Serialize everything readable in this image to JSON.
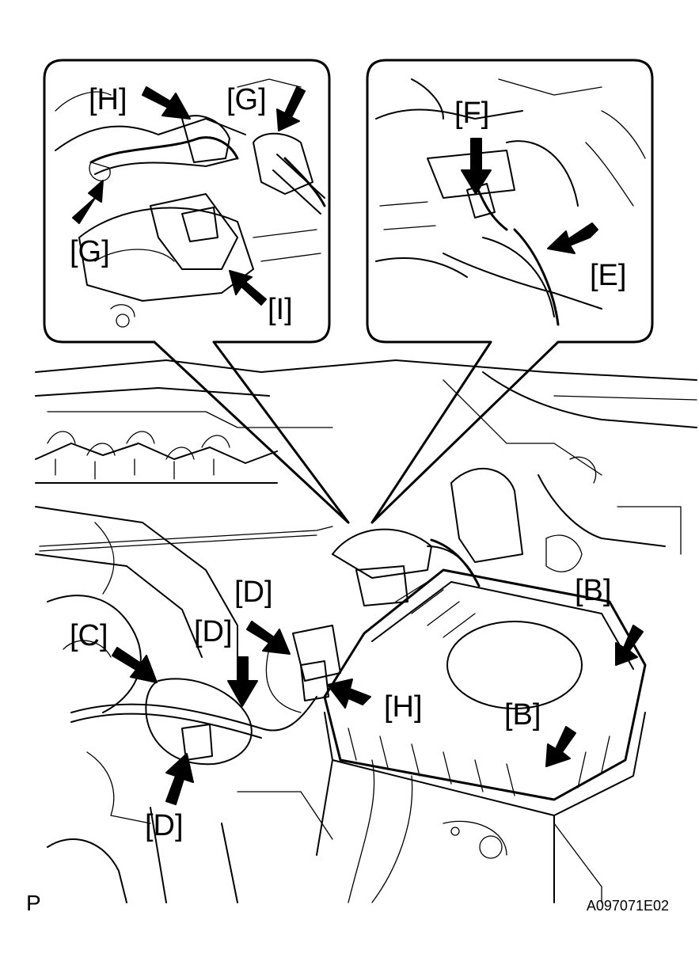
{
  "figure": {
    "code": "A097071E02",
    "view_letter": "P"
  },
  "callouts": {
    "left_inset": {
      "labels": [
        "[H]",
        "[G]",
        "[G]",
        "[I]"
      ]
    },
    "right_inset": {
      "labels": [
        "[F]",
        "[E]"
      ]
    }
  },
  "main_labels": {
    "b_top": "[B]",
    "b_bottom": "[B]",
    "c": "[C]",
    "d_upper": "[D]",
    "d_middle": "[D]",
    "d_lower": "[D]",
    "h": "[H]"
  },
  "icons": [
    "pointer-arrow"
  ]
}
